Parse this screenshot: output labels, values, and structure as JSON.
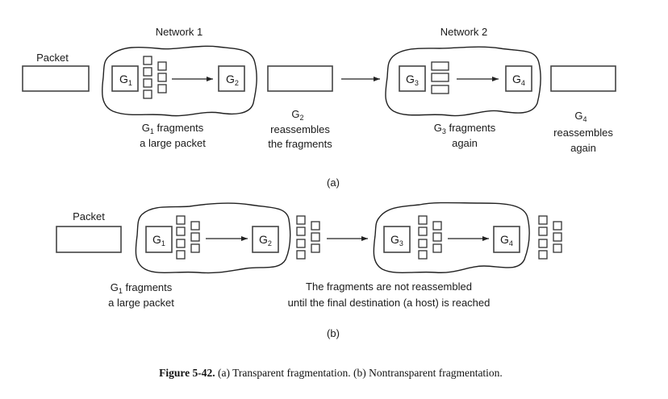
{
  "figure": {
    "number_label": "Figure 5-42.",
    "caption": "(a) Transparent fragmentation. (b) Nontransparent fragmentation."
  },
  "part_a": {
    "tag": "(a)",
    "packet_label": "Packet",
    "networks": [
      {
        "label": "Network 1",
        "entry_gateway": {
          "letter": "G",
          "sub": "1"
        },
        "exit_gateway": {
          "letter": "G",
          "sub": "2"
        }
      },
      {
        "label": "Network 2",
        "entry_gateway": {
          "letter": "G",
          "sub": "3"
        },
        "exit_gateway": {
          "letter": "G",
          "sub": "4"
        }
      }
    ],
    "notes": {
      "g1": {
        "gw": "G",
        "sub": "1",
        "line1_rest": " fragments",
        "line2": "a large packet"
      },
      "g2": {
        "gw": "G",
        "sub": "2",
        "line2": "reassembles",
        "line3": "the fragments"
      },
      "g3": {
        "gw": "G",
        "sub": "3",
        "line1_rest": " fragments",
        "line2": "again"
      },
      "g4": {
        "gw": "G",
        "sub": "4",
        "line2": "reassembles",
        "line3": "again"
      }
    }
  },
  "part_b": {
    "tag": "(b)",
    "packet_label": "Packet",
    "networks": [
      {
        "entry_gateway": {
          "letter": "G",
          "sub": "1"
        },
        "exit_gateway": {
          "letter": "G",
          "sub": "2"
        }
      },
      {
        "entry_gateway": {
          "letter": "G",
          "sub": "3"
        },
        "exit_gateway": {
          "letter": "G",
          "sub": "4"
        }
      }
    ],
    "notes": {
      "g1": {
        "gw": "G",
        "sub": "1",
        "line1_rest": " fragments",
        "line2": "a large packet"
      },
      "final": {
        "line1": "The fragments are not reassembled",
        "line2": "until the final destination (a host) is reached"
      }
    }
  }
}
